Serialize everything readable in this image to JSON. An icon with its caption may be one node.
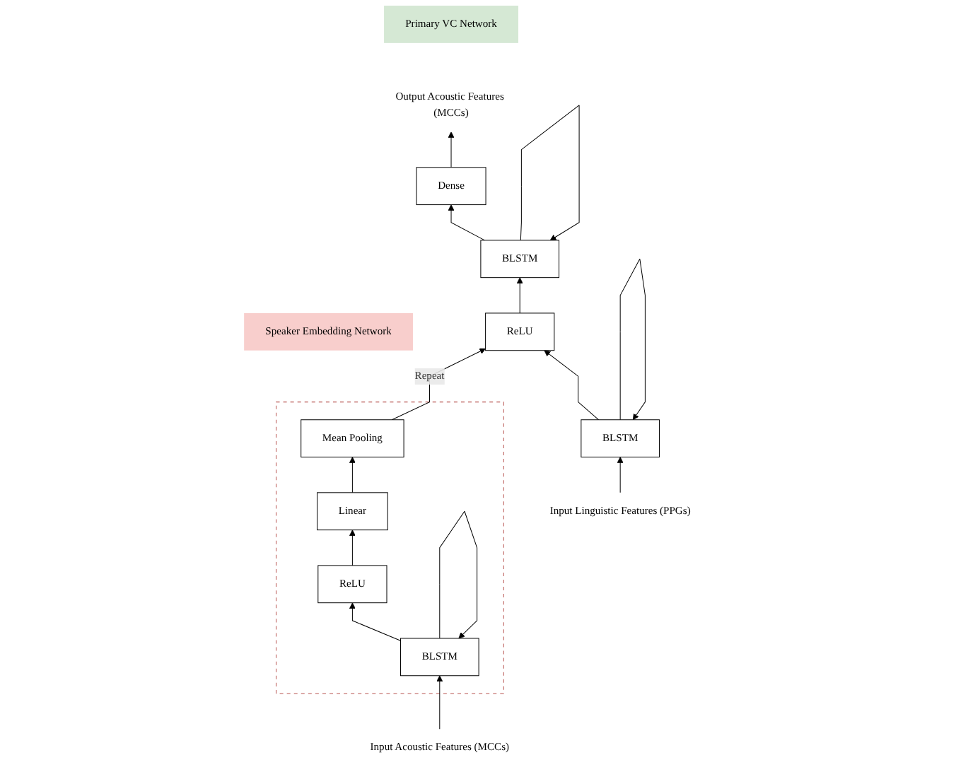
{
  "diagram": {
    "nodes": [
      {
        "text": [
          "Speaker Embedding Network"
        ]
      },
      {
        "text": [
          "Primary VC Network"
        ]
      },
      {
        "text": [],
        "shape": "box"
      },
      {
        "text": [
          "Mean Pooling"
        ],
        "in": 2
      },
      {
        "text": [
          "Linear"
        ],
        "in": 2
      },
      {
        "text": [
          "ReLU"
        ],
        "in": 2
      },
      {
        "text": [
          "BLSTM"
        ],
        "in": 2
      },
      {
        "text": [
          "Input Acoustic Features (MCCs)"
        ]
      },
      {
        "text": [
          "Output Acoustic Features (MCCs)"
        ]
      },
      {
        "text": [
          "Dense"
        ]
      },
      {
        "text": [
          "BLSTM"
        ]
      },
      {
        "text": [
          "ReLU"
        ]
      },
      {
        "text": [
          "BLSTM"
        ]
      },
      {
        "text": [
          "Input Linguistic Features (PPGs)"
        ]
      }
    ],
    "edges": [
      {
        "from": 7,
        "to": 6,
        "arrow": "to"
      },
      {
        "from": 6,
        "to": 6,
        "arrow": "to"
      },
      {
        "from": 6,
        "to": 5,
        "arrow": "to"
      },
      {
        "from": 5,
        "to": 4,
        "arrow": "to"
      },
      {
        "from": 4,
        "to": 3,
        "arrow": "to"
      },
      {
        "from": 3,
        "to": 11,
        "label": "Repeat",
        "arrow": "to"
      },
      {
        "from": 13,
        "to": 12,
        "arrow": "to"
      },
      {
        "from": 12,
        "to": 12,
        "arrow": "to"
      },
      {
        "from": 12,
        "to": 11,
        "arrow": "to"
      },
      {
        "from": 11,
        "to": 10,
        "arrow": "to"
      },
      {
        "from": 10,
        "to": 10,
        "arrow": "to"
      },
      {
        "from": 10,
        "to": 9,
        "arrow": "to"
      },
      {
        "from": 9,
        "to": 8,
        "arrow": "to"
      }
    ]
  }
}
